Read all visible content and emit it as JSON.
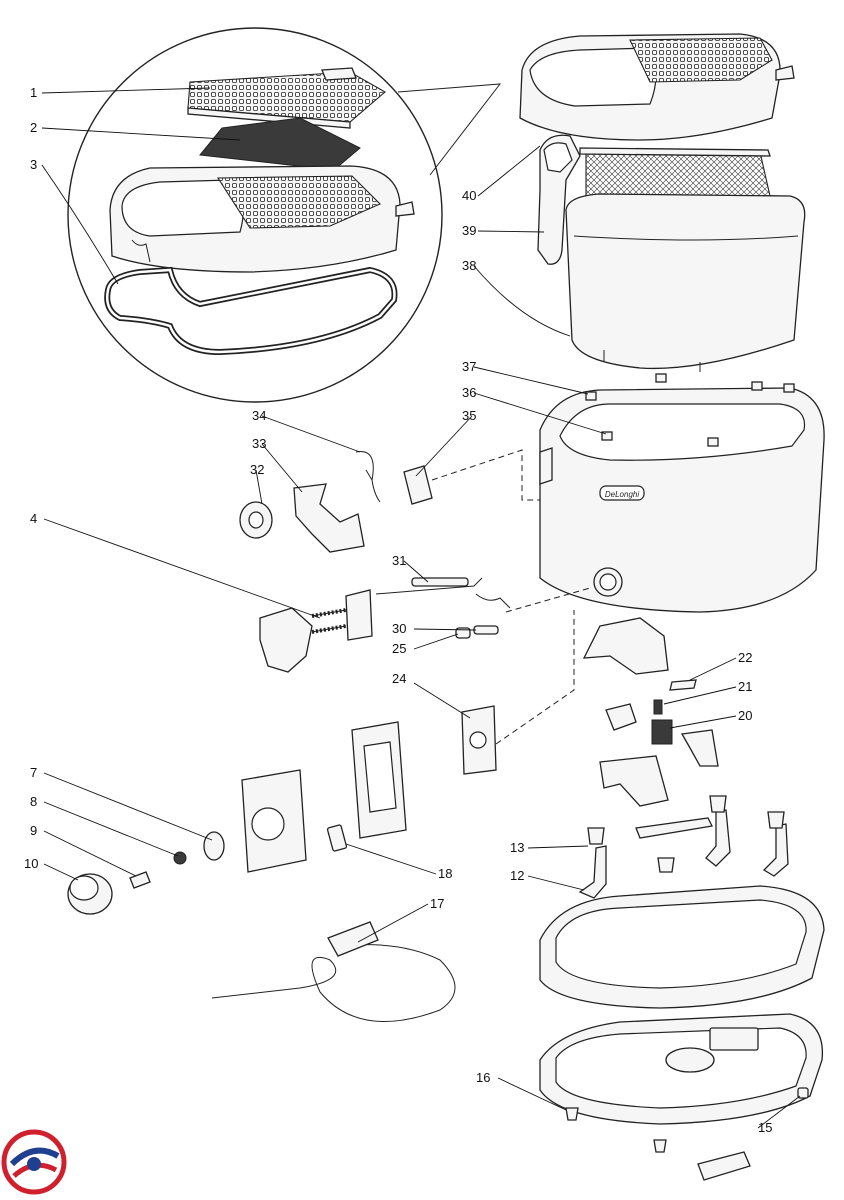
{
  "diagram": {
    "callouts": [
      {
        "id": "c1",
        "text": "1"
      },
      {
        "id": "c2",
        "text": "2"
      },
      {
        "id": "c3",
        "text": "3"
      },
      {
        "id": "c4",
        "text": "4"
      },
      {
        "id": "c7",
        "text": "7"
      },
      {
        "id": "c8",
        "text": "8"
      },
      {
        "id": "c9",
        "text": "9"
      },
      {
        "id": "c10",
        "text": "10"
      },
      {
        "id": "c12",
        "text": "12"
      },
      {
        "id": "c13",
        "text": "13"
      },
      {
        "id": "c15",
        "text": "15"
      },
      {
        "id": "c16",
        "text": "16"
      },
      {
        "id": "c17",
        "text": "17"
      },
      {
        "id": "c18",
        "text": "18"
      },
      {
        "id": "c20",
        "text": "20"
      },
      {
        "id": "c21",
        "text": "21"
      },
      {
        "id": "c22",
        "text": "22"
      },
      {
        "id": "c24",
        "text": "24"
      },
      {
        "id": "c25",
        "text": "25"
      },
      {
        "id": "c30",
        "text": "30"
      },
      {
        "id": "c31",
        "text": "31"
      },
      {
        "id": "c32",
        "text": "32"
      },
      {
        "id": "c33",
        "text": "33"
      },
      {
        "id": "c34",
        "text": "34"
      },
      {
        "id": "c35",
        "text": "35"
      },
      {
        "id": "c36",
        "text": "36"
      },
      {
        "id": "c37",
        "text": "37"
      },
      {
        "id": "c38",
        "text": "38"
      },
      {
        "id": "c39",
        "text": "39"
      },
      {
        "id": "c40",
        "text": "40"
      }
    ],
    "brand_text": "DeLonghi",
    "colors": {
      "line": "#222222",
      "logo_red": "#d0202e",
      "logo_blue": "#1f3f8f"
    }
  }
}
